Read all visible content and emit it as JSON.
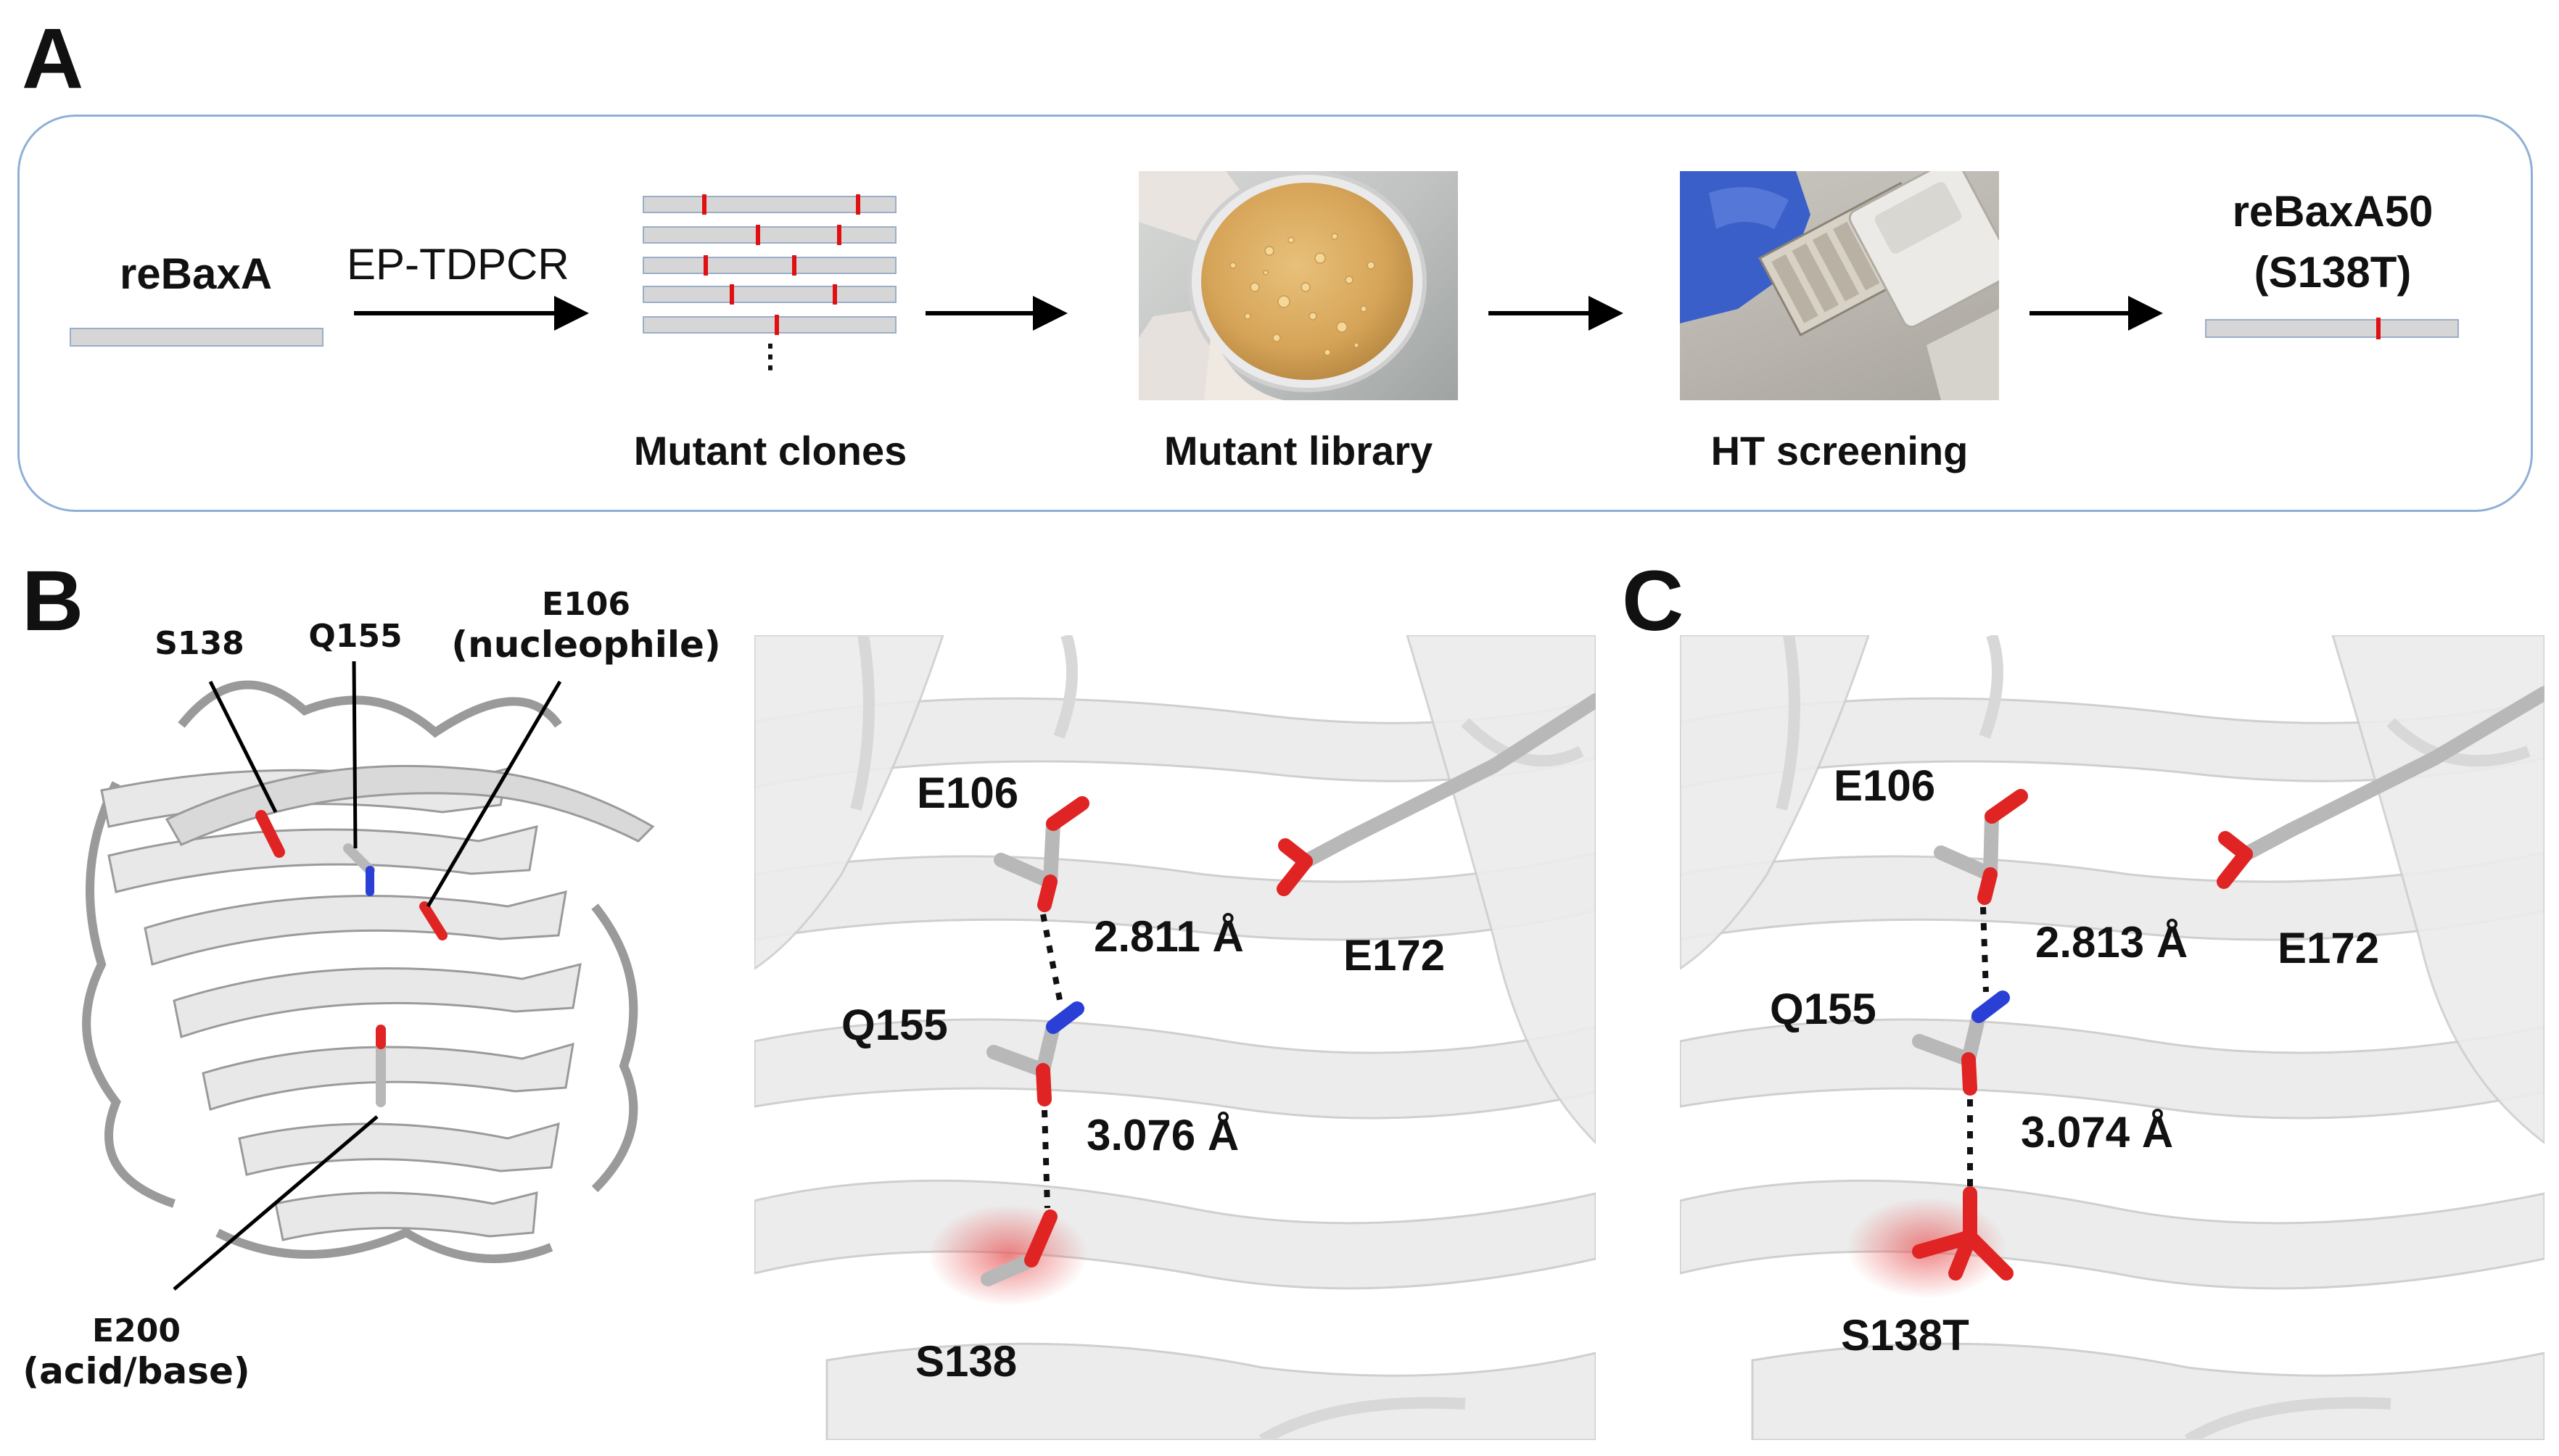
{
  "panels": {
    "a": "A",
    "b": "B",
    "c": "C"
  },
  "workflow": {
    "start_label": "reBaxA",
    "method_label": "EP-TDPCR",
    "mutant_clones_label": "Mutant clones",
    "clones_ellipsis": "⋮",
    "mutant_library_label": "Mutant library",
    "ht_screening_label": "HT screening",
    "result_label_line1": "reBaxA50",
    "result_label_line2": "(S138T)"
  },
  "panel_b_overview": {
    "s138": "S138",
    "q155": "Q155",
    "e106_line1": "E106",
    "e106_line2": "(nucleophile)",
    "e200_line1": "E200",
    "e200_line2": "(acid/base)"
  },
  "panel_b_closeup": {
    "e106": "E106",
    "e172": "E172",
    "q155": "Q155",
    "s138": "S138",
    "dist_top": "2.811 Å",
    "dist_bottom": "3.076 Å"
  },
  "panel_c_closeup": {
    "e106": "E106",
    "e172": "E172",
    "q155": "Q155",
    "s138t": "S138T",
    "dist_top": "2.813 Å",
    "dist_bottom": "3.074 Å"
  },
  "colors": {
    "mutation_mark": "#e01010",
    "oxygen": "#e02424",
    "nitrogen": "#2a3fd6",
    "carbon": "#b8b8b8",
    "ribbon": "#ededed",
    "box_border": "#8fb0d6"
  }
}
